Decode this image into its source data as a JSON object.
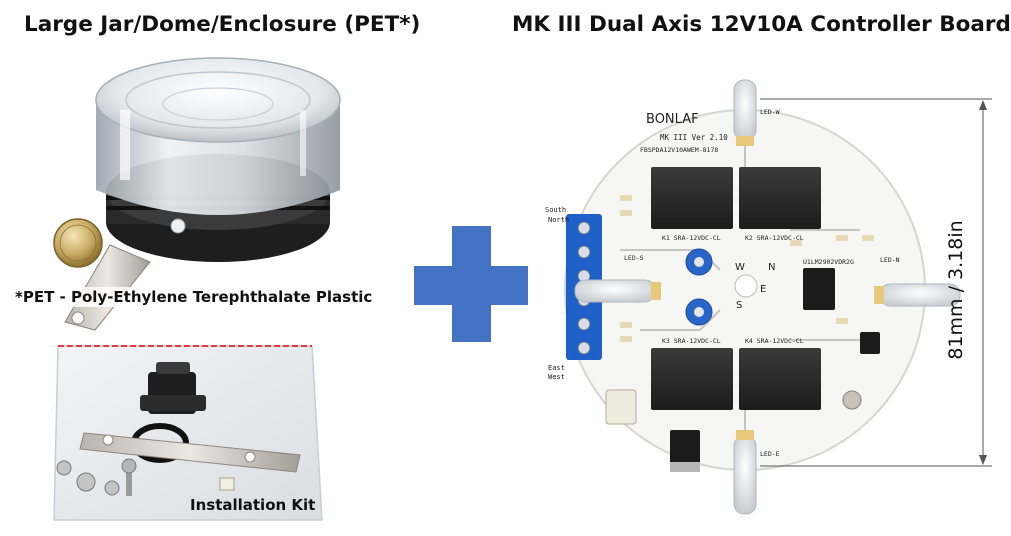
{
  "titles": {
    "left": "Large Jar/Dome/Enclosure (PET*)",
    "right": "MK III Dual Axis 12V10A Controller Board"
  },
  "notes": {
    "pet": "*PET - Poly-Ethylene Terephthalate Plastic",
    "kit": "Installation Kit"
  },
  "dimension": {
    "label": "81mm / 3.18in"
  },
  "board": {
    "brand": "BONLAF",
    "version": "MK III Ver 2.10",
    "part_no": "FBSPDA12V10AWEM-8178",
    "relay_model": "SRA-12VDC-CL",
    "relays": [
      "K1 SRA-12VDC-CL",
      "K2 SRA-12VDC-CL",
      "K3 SRA-12VDC-CL",
      "K4 SRA-12VDC-CL"
    ],
    "compass_w": "W",
    "compass_e": "E",
    "compass_n": "N",
    "compass_s": "S",
    "terminal_labels": [
      "South",
      "North",
      "East",
      "West"
    ],
    "chip": "U1LM2902VDR2G",
    "led_labels": [
      "LED-W",
      "LED-S",
      "LED-N",
      "LED-E"
    ]
  },
  "colors": {
    "plus": "#4472c4",
    "terminal": "#1f5fc8",
    "board": "#f6f6f4",
    "relay": "#2b2b2b"
  }
}
